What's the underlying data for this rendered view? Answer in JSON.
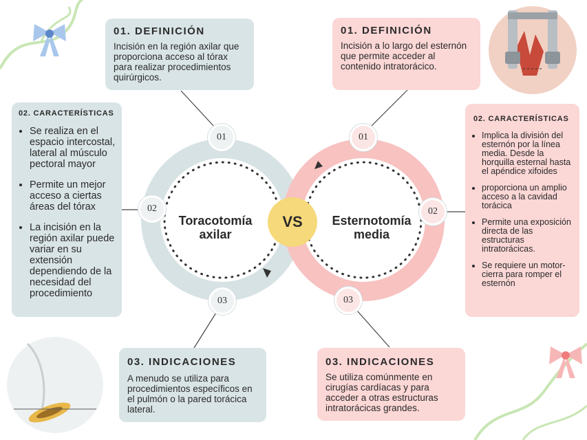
{
  "left": {
    "title": "Toracotomía axilar",
    "title_line1": "Toracotomía",
    "title_line2": "axilar",
    "definition_title": "01. DEFINICIÓN",
    "definition_text": "Incisión en la región axilar que proporciona acceso al tórax para realizar procedimientos quirúrgicos.",
    "characteristics_title": "02. CARACTERÍSTICAS",
    "characteristics": [
      "Se realiza en el espacio intercostal, lateral al músculo pectoral mayor",
      "Permite un mejor acceso a ciertas áreas del tórax",
      " La incisión en la región axilar puede variar en su extensión dependiendo de la necesidad del procedimiento"
    ],
    "indications_title": "03. INDICACIONES",
    "indications_text": "A menudo se utiliza para procedimientos específicos en el pulmón o la pared torácica lateral."
  },
  "right": {
    "title_line1": "Esternotomía",
    "title_line2": "media",
    "definition_title": "01. DEFINICIÓN",
    "definition_text": " Incisión a lo largo del esternón que permite acceder al contenido intratorácico.",
    "characteristics_title": "02. CARACTERÍSTICAS",
    "characteristics": [
      "Implica la división del esternón por la línea media.  Desde la horquilla esternal hasta el apéndice xifoides",
      "proporciona un amplio acceso a la cavidad torácica",
      "Permite una exposición directa de las estructuras intratorácicas.",
      "Se requiere un motor-cierra para romper el esternón"
    ],
    "indications_title": "03. INDICACIONES",
    "indications_text": "Se utiliza comúnmente en cirugías cardíacas y para acceder a otras estructuras intratorácicas grandes."
  },
  "center": {
    "vs_label": "VS"
  },
  "nodes": {
    "n1": "01",
    "n2": "02",
    "n3": "03"
  },
  "colors": {
    "gray_panel": "#d9e4e6",
    "pink_panel": "#fbd7d6",
    "gray_ring": "#d7e2e4",
    "pink_ring": "#f7c2c0",
    "vs_circle": "#f6d97a",
    "ribbon": "#c8e6b4"
  },
  "icons": [
    "blue-bow-icon",
    "pink-bow-icon"
  ]
}
